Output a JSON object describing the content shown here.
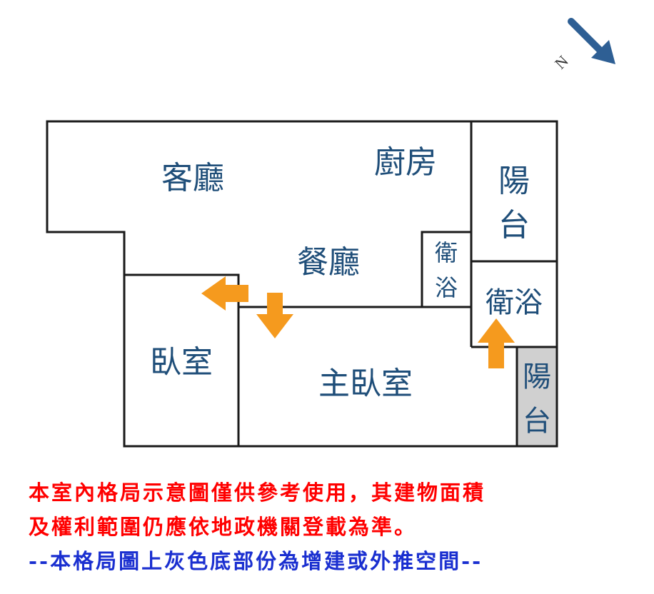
{
  "compass": {
    "label": "N",
    "icon": "north-arrow-icon",
    "color": "#2e5f94"
  },
  "rooms": {
    "living_room": "客廳",
    "kitchen": "廚房",
    "dining_room": "餐廳",
    "bedroom": "臥室",
    "master_bedroom": "主臥室",
    "bathroom_small": [
      "衛",
      "浴"
    ],
    "bathroom": "衛浴",
    "balcony_top": [
      "陽",
      "台"
    ],
    "balcony_bottom": [
      "陽",
      "台"
    ]
  },
  "colors": {
    "wall": "#1a1a1a",
    "label": "#1f4e79",
    "door_arrow": "#f59a1e",
    "addition_fill": "#d0d0d0",
    "notice": "#ff0000",
    "note": "#1a2fd0"
  },
  "notice": {
    "line1": "本室內格局示意圖僅供參考使用，其建物面積",
    "line2": "及權利範圍仍應依地政機關登載為準。",
    "line3": "--本格局圖上灰色底部份為增建或外推空間--"
  }
}
